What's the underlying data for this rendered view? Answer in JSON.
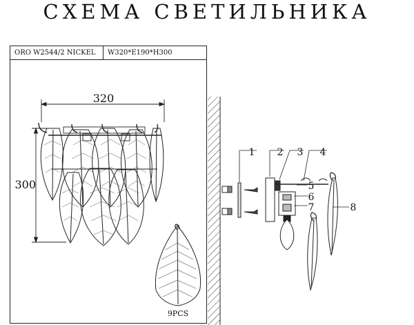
{
  "title": "СХЕМА СВЕТИЛЬНИКА",
  "info": {
    "model": "ORO W2544/2 NICKEL",
    "dimensions": "W320*E190*H300"
  },
  "front_view": {
    "width_label": "320",
    "height_label": "300"
  },
  "leaf_detail": {
    "count_label": "9PCS"
  },
  "callouts": [
    "1",
    "2",
    "3",
    "4",
    "5",
    "6",
    "7",
    "8"
  ]
}
